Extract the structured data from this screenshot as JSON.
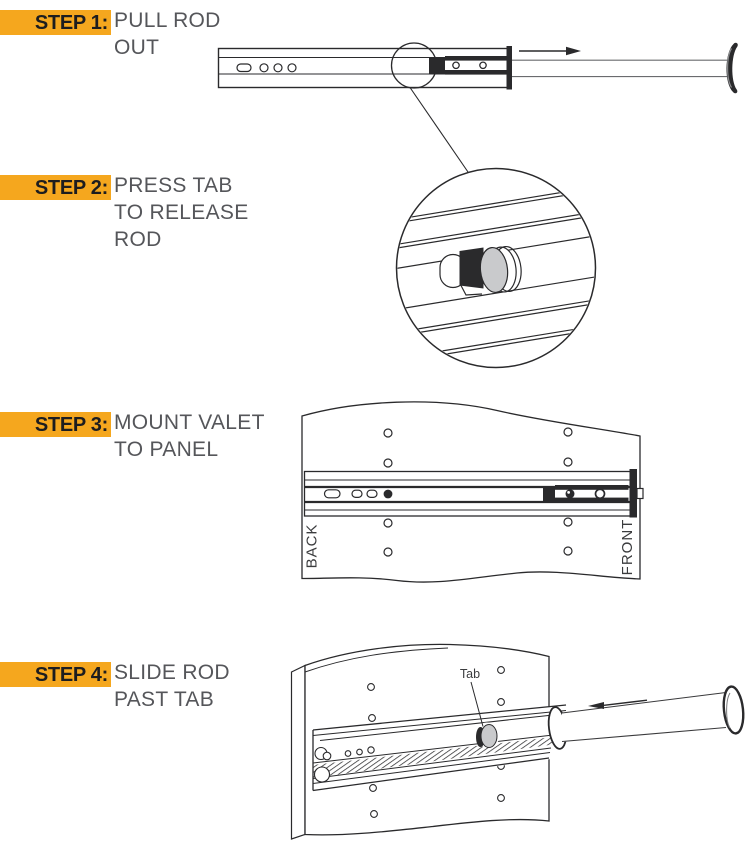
{
  "colors": {
    "highlight_yellow": "#F5A71E",
    "step_label_text": "#1D1D1F",
    "instruction_text": "#55565A",
    "line_art": "#2A2A2C",
    "tab_gray": "#C9CACC"
  },
  "steps": [
    {
      "label": "STEP 1:",
      "lines": [
        "PULL ROD",
        "OUT"
      ]
    },
    {
      "label": "STEP 2:",
      "lines": [
        "PRESS TAB",
        "TO RELEASE",
        "ROD"
      ]
    },
    {
      "label": "STEP 3:",
      "lines": [
        "MOUNT VALET",
        "TO PANEL"
      ]
    },
    {
      "label": "STEP 4:",
      "lines": [
        "SLIDE ROD",
        "PAST TAB"
      ]
    }
  ],
  "figures": {
    "step3": {
      "back_label": "BACK",
      "front_label": "FRONT"
    },
    "step4": {
      "tab_label": "Tab"
    }
  }
}
